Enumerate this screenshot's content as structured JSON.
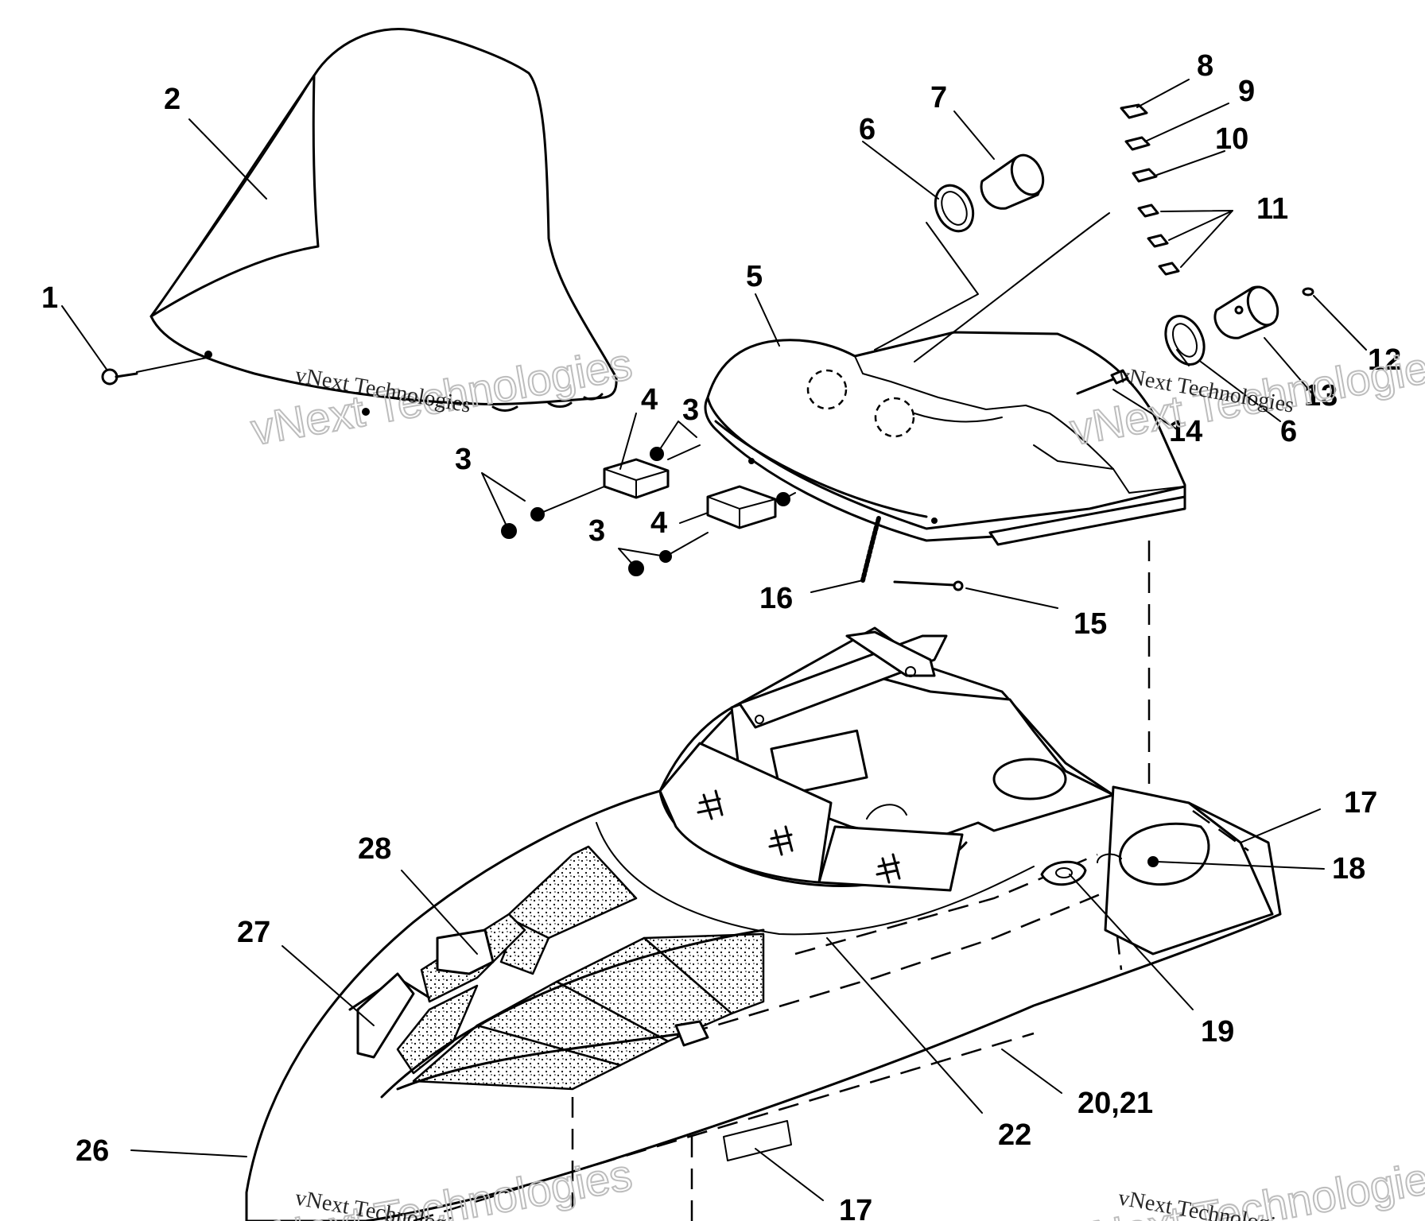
{
  "callouts": {
    "c1": "1",
    "c2": "2",
    "c3a": "3",
    "c3b": "3",
    "c3c": "3",
    "c4a": "4",
    "c4b": "4",
    "c5": "5",
    "c6a": "6",
    "c6b": "6",
    "c7": "7",
    "c8": "8",
    "c9": "9",
    "c10": "10",
    "c11": "11",
    "c12": "12",
    "c13": "13",
    "c14": "14",
    "c15": "15",
    "c16": "16",
    "c17a": "17",
    "c17b": "17",
    "c18": "18",
    "c19": "19",
    "c20_21": "20,21",
    "c22": "22",
    "c26": "26",
    "c27": "27",
    "c28": "28"
  },
  "watermark": {
    "logo_text": "vNext Technologies",
    "caption": "vNext Technologies"
  }
}
